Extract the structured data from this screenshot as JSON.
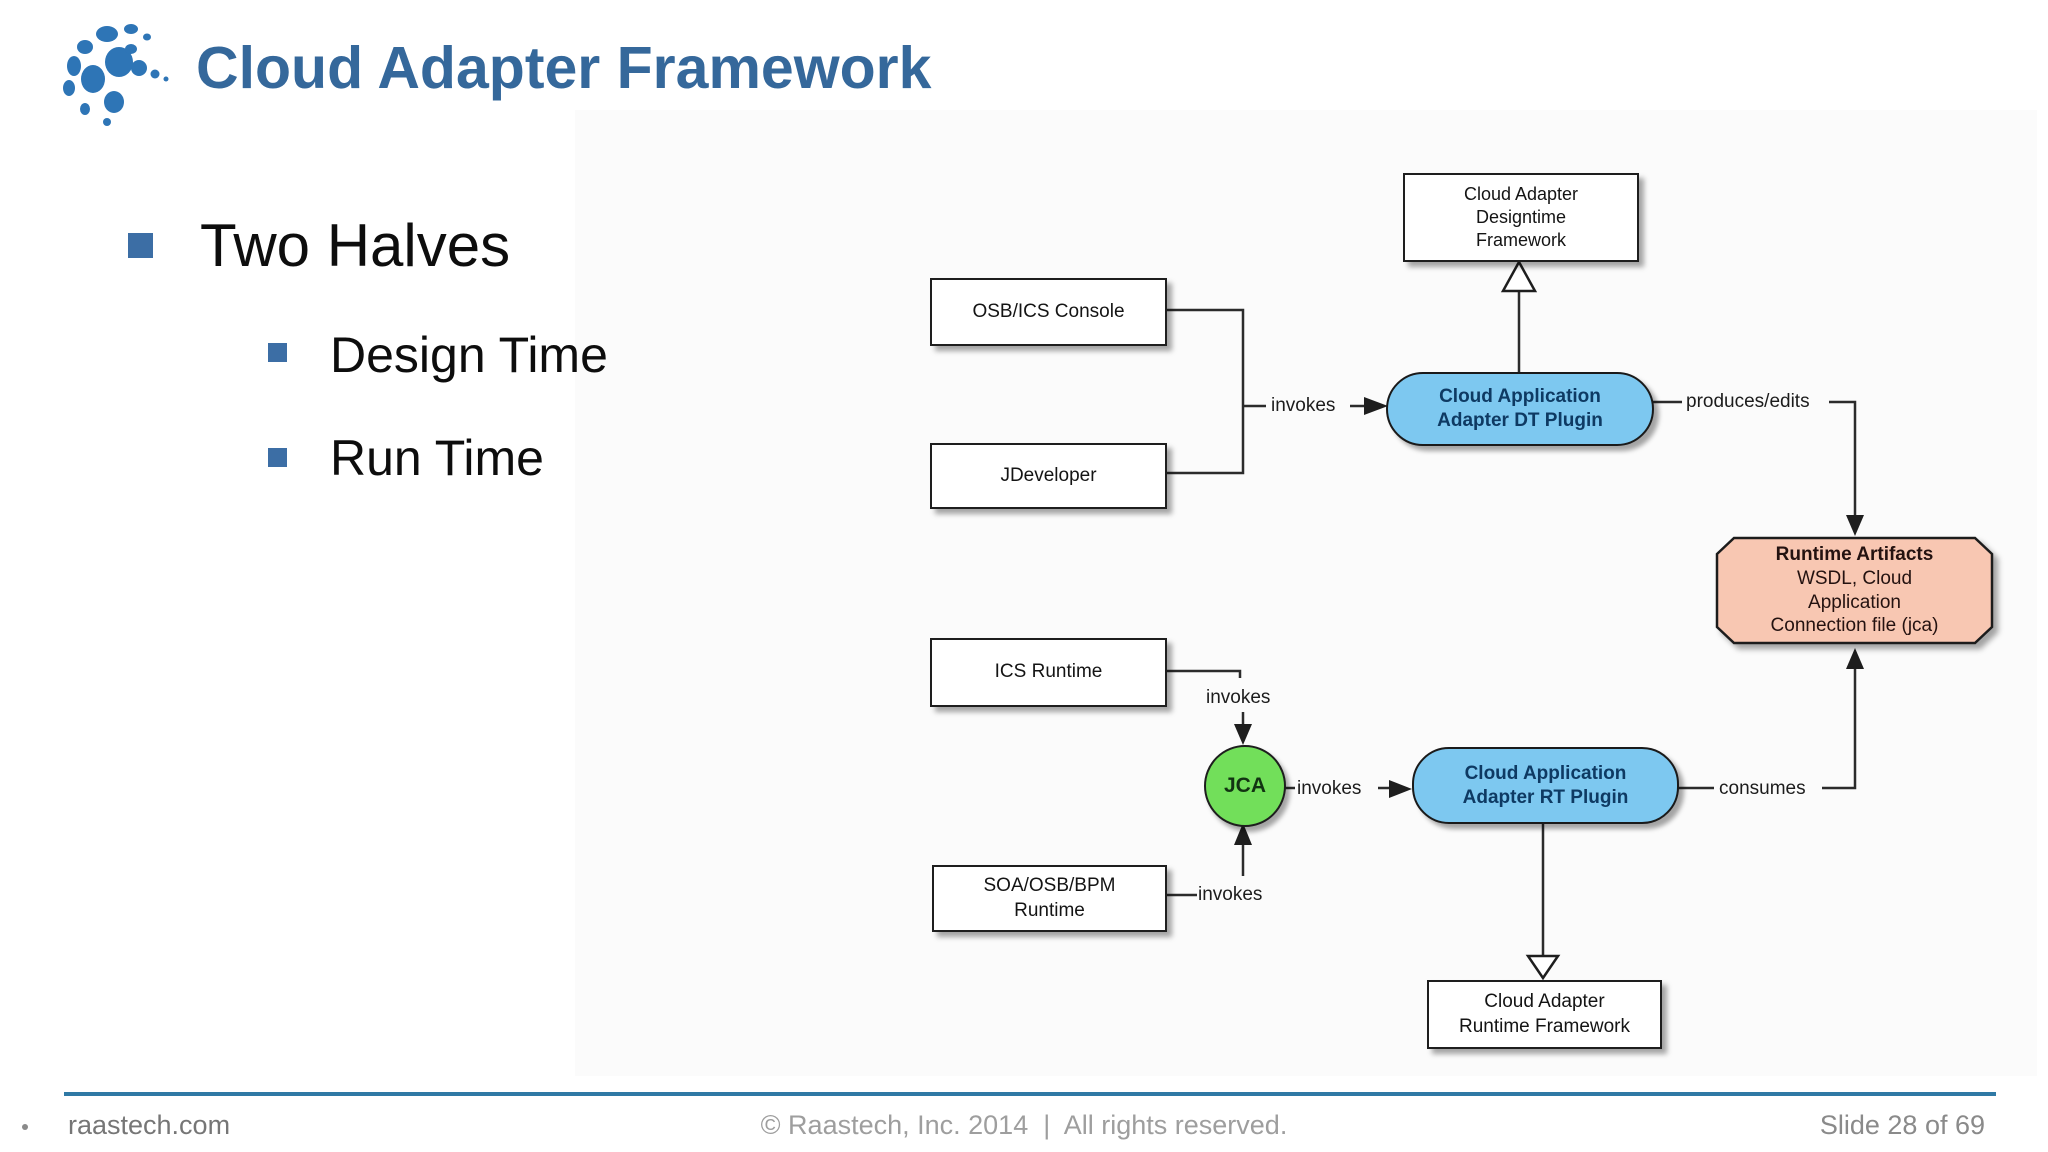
{
  "header": {
    "title": "Cloud Adapter Framework"
  },
  "bullets": {
    "main": "Two Halves",
    "sub1": "Design Time",
    "sub2": "Run Time"
  },
  "diagram": {
    "nodes": {
      "designtime_framework": "Cloud Adapter\nDesigntime\nFramework",
      "osb_console": "OSB/ICS Console",
      "jdeveloper": "JDeveloper",
      "dt_plugin": "Cloud Application\nAdapter DT Plugin",
      "runtime_artifacts_title": "Runtime Artifacts",
      "runtime_artifacts_body": "WSDL, Cloud\nApplication\nConnection file (jca)",
      "ics_runtime": "ICS Runtime",
      "jca": "JCA",
      "soa_runtime": "SOA/OSB/BPM\nRuntime",
      "rt_plugin": "Cloud Application\nAdapter RT Plugin",
      "runtime_framework": "Cloud Adapter\nRuntime Framework"
    },
    "labels": {
      "invokes_dt": "invokes",
      "produces_edits": "produces/edits",
      "invokes_ics": "invokes",
      "invokes_jca": "invokes",
      "invokes_soa": "invokes",
      "consumes": "consumes"
    },
    "colors": {
      "plugin_fill": "#7dc8f0",
      "jca_fill": "#72df5a",
      "artifact_fill": "#f8c7b2",
      "line": "#2b2b2b"
    }
  },
  "footer": {
    "site": "raastech.com",
    "copyright": "© Raastech, Inc. 2014  |  All rights reserved.",
    "slide": "Slide 28 of 69",
    "rule_color": "#2f79a5"
  },
  "brand": {
    "title_color": "#35689b",
    "bullet_color": "#3c6ea5",
    "logo_color": "#2e75b6"
  }
}
